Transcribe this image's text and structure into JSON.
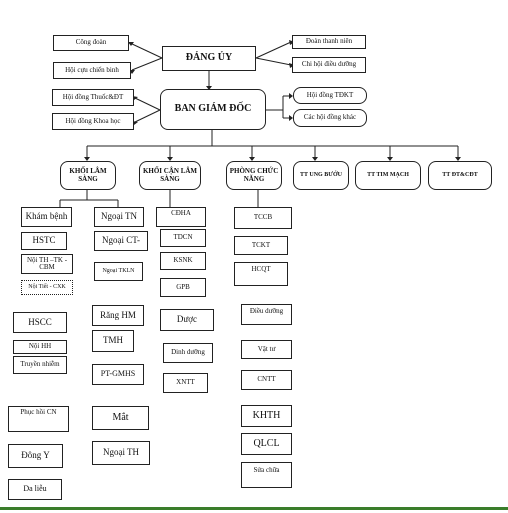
{
  "dang_uy": {
    "title": "ĐẢNG ỦY",
    "left": [
      "Công đoàn",
      "Hội cựu chiến binh"
    ],
    "right": [
      "Đoàn thanh niên",
      "Chi hội điều dưỡng"
    ]
  },
  "ban_giam_doc": {
    "title": "BAN GIÁM ĐỐC",
    "left": [
      "Hội đồng Thuốc&ĐT",
      "Hội đồng Khoa học"
    ],
    "right": [
      "Hội đồng TĐKT",
      "Các hội đồng khác"
    ]
  },
  "groups": {
    "lam_sang": "KHỐI LÂM SÀNG",
    "can_lam_sang": "KHỐI CẬN LÂM SÀNG",
    "phong_chuc_nang": "PHÒNG CHỨC NĂNG",
    "tt_ung_buou": "TT UNG BƯỚU",
    "tt_tim_mach": "TT TIM MẠCH",
    "tt_dtcdt": "TT ĐT&CĐT"
  },
  "lam_sang_col1": [
    "Khám bệnh",
    "HSTC",
    "Nội TH –TK -CBM",
    "Nội Tiết - CXK",
    "HSCC",
    "Nội HH",
    "Truyền nhiễm",
    "Phục hồi CN",
    "Đông Y",
    "Da liễu"
  ],
  "lam_sang_col2": [
    "Ngoại TN",
    "Ngoại CT-",
    "Ngoại TKLN",
    "Răng HM",
    "TMH",
    "PT-GMHS",
    "Mắt",
    "Ngoại TH"
  ],
  "can_lam_sang_items": [
    "CĐHA",
    "TDCN",
    "KSNK",
    "GPB",
    "Dược",
    "Dinh dưỡng",
    "XNTT"
  ],
  "phong_chuc_nang_items": [
    "TCCB",
    "TCKT",
    "HCQT",
    "Điều dưỡng",
    "Vật tư",
    "CNTT",
    "KHTH",
    "QLCL",
    "Sửa chữa"
  ]
}
